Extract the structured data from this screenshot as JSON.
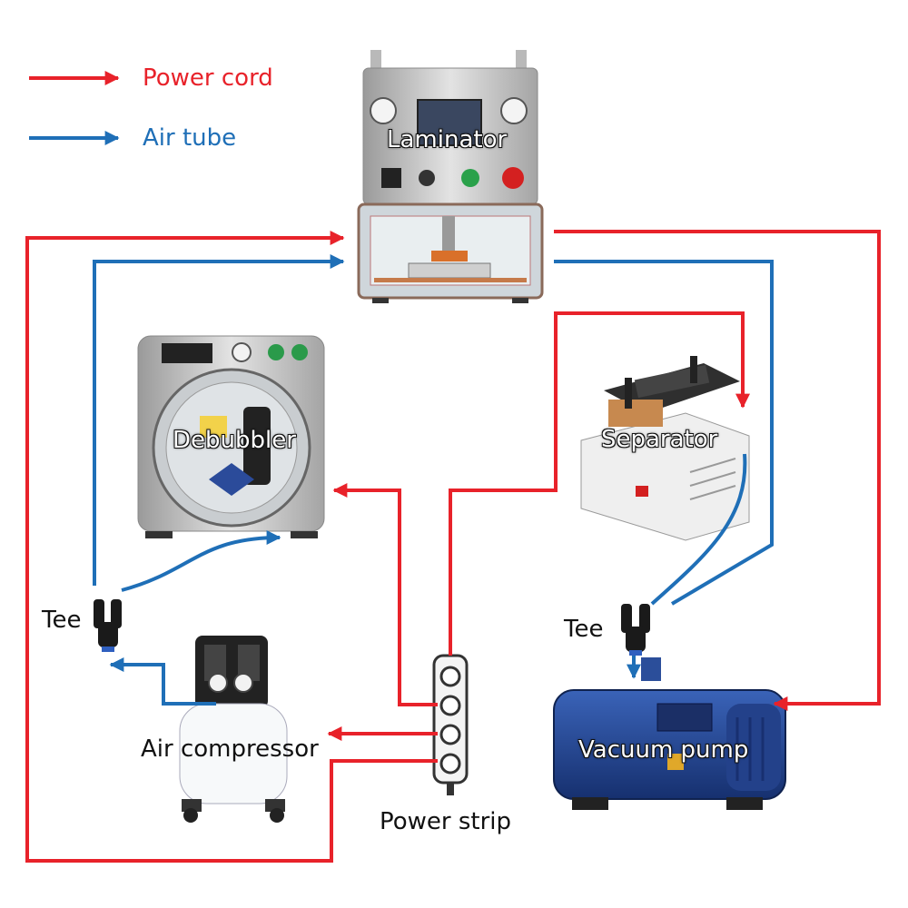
{
  "legend": {
    "power": "Power cord",
    "air": "Air tube"
  },
  "labels": {
    "laminator": "Laminator",
    "debubbler": "Debubbler",
    "separator": "Separator",
    "vacuum_pump": "Vacuum pump",
    "air_compressor": "Air compressor",
    "power_strip": "Power strip",
    "tee_left": "Tee",
    "tee_right": "Tee"
  },
  "colors": {
    "power_line": "#e8222a",
    "air_line": "#1f6fb7"
  }
}
